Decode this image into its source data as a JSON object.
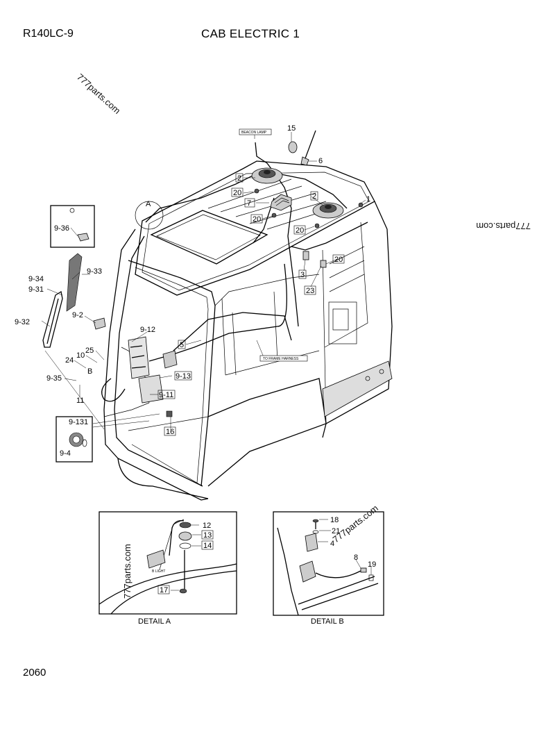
{
  "header": {
    "model": "R140LC-9",
    "title": "CAB ELECTRIC 1"
  },
  "page_number": "2060",
  "watermarks": [
    "777parts.com",
    "777parts.com",
    "777parts.com",
    "777parts.com"
  ],
  "detail_labels": {
    "a": "DETAIL A",
    "b": "DETAIL B"
  },
  "view_markers": {
    "a": "A",
    "b": "B"
  },
  "notes": {
    "beacon": "BEACON LAMP",
    "frame_harness": "TO FRAME HARNESS",
    "light": "B LIGHT"
  },
  "callouts": {
    "c15": "15",
    "c6": "6",
    "c1": "1",
    "c2a": "2",
    "c2b": "2",
    "c20a": "20",
    "c20b": "20",
    "c20c": "20",
    "c20d": "20",
    "c7": "7",
    "c3": "3",
    "c23": "23",
    "c5": "5",
    "c16": "16",
    "c9_36": "9-36",
    "c9_34": "9-34",
    "c9_33": "9-33",
    "c9_31": "9-31",
    "c9_32": "9-32",
    "c9_2": "9-2",
    "c9_12": "9-12",
    "c25": "25",
    "c10": "10",
    "c24": "24",
    "c9_35": "9-35",
    "c11": "11",
    "c9_13": "9-13",
    "c9_11": "9-11",
    "c9_131": "9-131",
    "c9_4": "9-4",
    "d12": "12",
    "d13": "13",
    "d14": "14",
    "d17": "17",
    "d18": "18",
    "d21": "21",
    "d4": "4",
    "d8": "8",
    "d19": "19"
  }
}
